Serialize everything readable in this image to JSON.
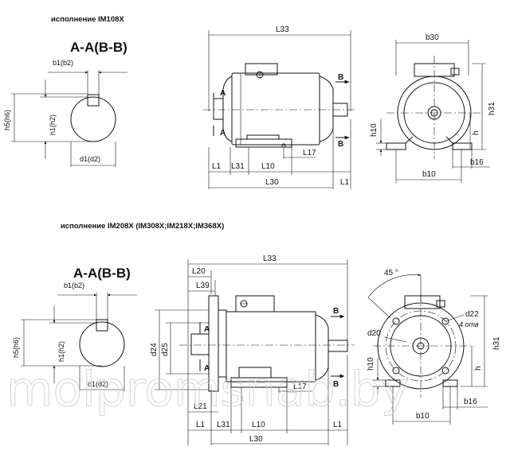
{
  "headers": {
    "top": "исполнение IM108X",
    "bottom": "исполнение IM208X (IM308X;IM218X;IM368X)"
  },
  "section_title": "A-A(B-B)",
  "section_marks": {
    "a": "A",
    "b": "B"
  },
  "shaft_labels": {
    "b1": "b1(b2)",
    "h1": "h1(h2)",
    "h5": "h5(h6)",
    "d1": "d1(d2)"
  },
  "top_side_labels": {
    "l33": "L33",
    "l1_left": "L1",
    "l31": "L31",
    "l10": "L10",
    "l17": "L17",
    "l30": "L30",
    "l1_right": "L1"
  },
  "top_front_labels": {
    "b30": "b30",
    "h31": "h31",
    "h10": "h10",
    "h": "h",
    "b10": "b10",
    "b16": "b16"
  },
  "bottom_side_labels": {
    "l33": "L33",
    "l20": "L20",
    "l39": "L39",
    "d24": "d24",
    "d25": "d25",
    "l21": "L21",
    "l1_left": "L1",
    "l31": "L31",
    "l10": "L10",
    "l17": "L17",
    "l30": "L30",
    "l1_right": "L1"
  },
  "bottom_front_labels": {
    "angle": "45 °",
    "d22": "d22",
    "holes": "4 отв",
    "d20": "d20",
    "h31": "h31",
    "h10": "h10",
    "h": "h",
    "b10": "b10",
    "b16": "b16"
  },
  "watermark": "molpromsnab.by"
}
